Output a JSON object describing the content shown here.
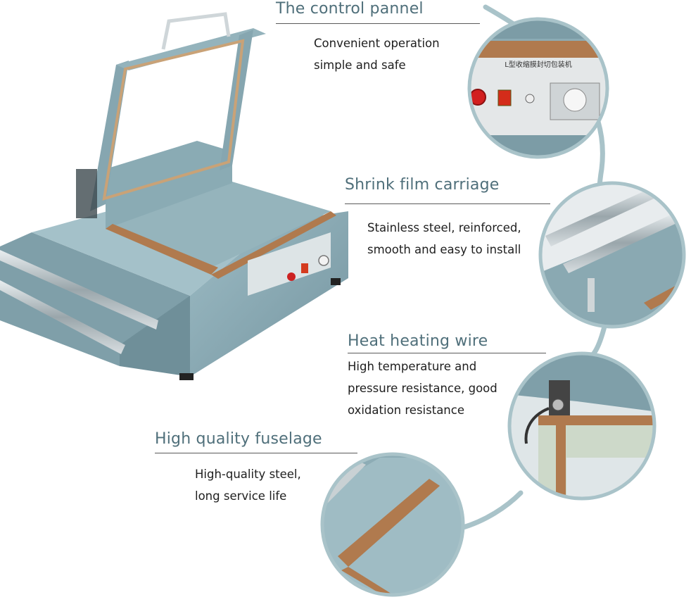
{
  "features": [
    {
      "id": "control-panel",
      "title": "The control pannel",
      "lines": [
        "Convenient operation",
        "simple and safe"
      ]
    },
    {
      "id": "carriage",
      "title": "Shrink film carriage",
      "lines": [
        "Stainless steel, reinforced,",
        "smooth and easy to install"
      ]
    },
    {
      "id": "heating-wire",
      "title": "Heat heating wire",
      "lines": [
        "High temperature and",
        "pressure resistance, good",
        "oxidation resistance"
      ]
    },
    {
      "id": "fuselage",
      "title": "High quality fuselage",
      "lines": [
        "High-quality steel,",
        "long service life"
      ]
    }
  ],
  "panel_labels": {
    "machine_name": "L型收缩膜封切包装机"
  },
  "colors": {
    "machine_body": "#87a8b2",
    "machine_shadow": "#6a8b96",
    "sealing_strip": "#b07a4e",
    "heading_text": "#4f6f7a",
    "connector_line": "#a9c3c9"
  }
}
